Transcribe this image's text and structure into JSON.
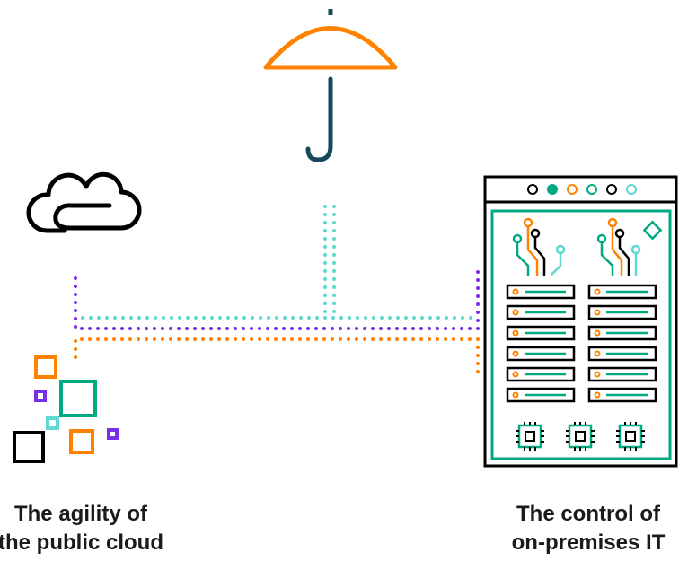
{
  "captions": {
    "left": [
      "The agility of",
      "the public cloud"
    ],
    "right": [
      "The control of",
      "on-premises IT"
    ]
  },
  "icons": {
    "umbrella": "umbrella-icon",
    "cloud": "cloud-icon",
    "squares": "scattered-squares-icon",
    "server": "server-rack-icon"
  },
  "colors": {
    "orange": "#ff8300",
    "teal": "#01a982",
    "cyan": "#5fd8d1",
    "purple": "#7630ea",
    "dark_teal": "#17475c",
    "black": "#000000"
  }
}
